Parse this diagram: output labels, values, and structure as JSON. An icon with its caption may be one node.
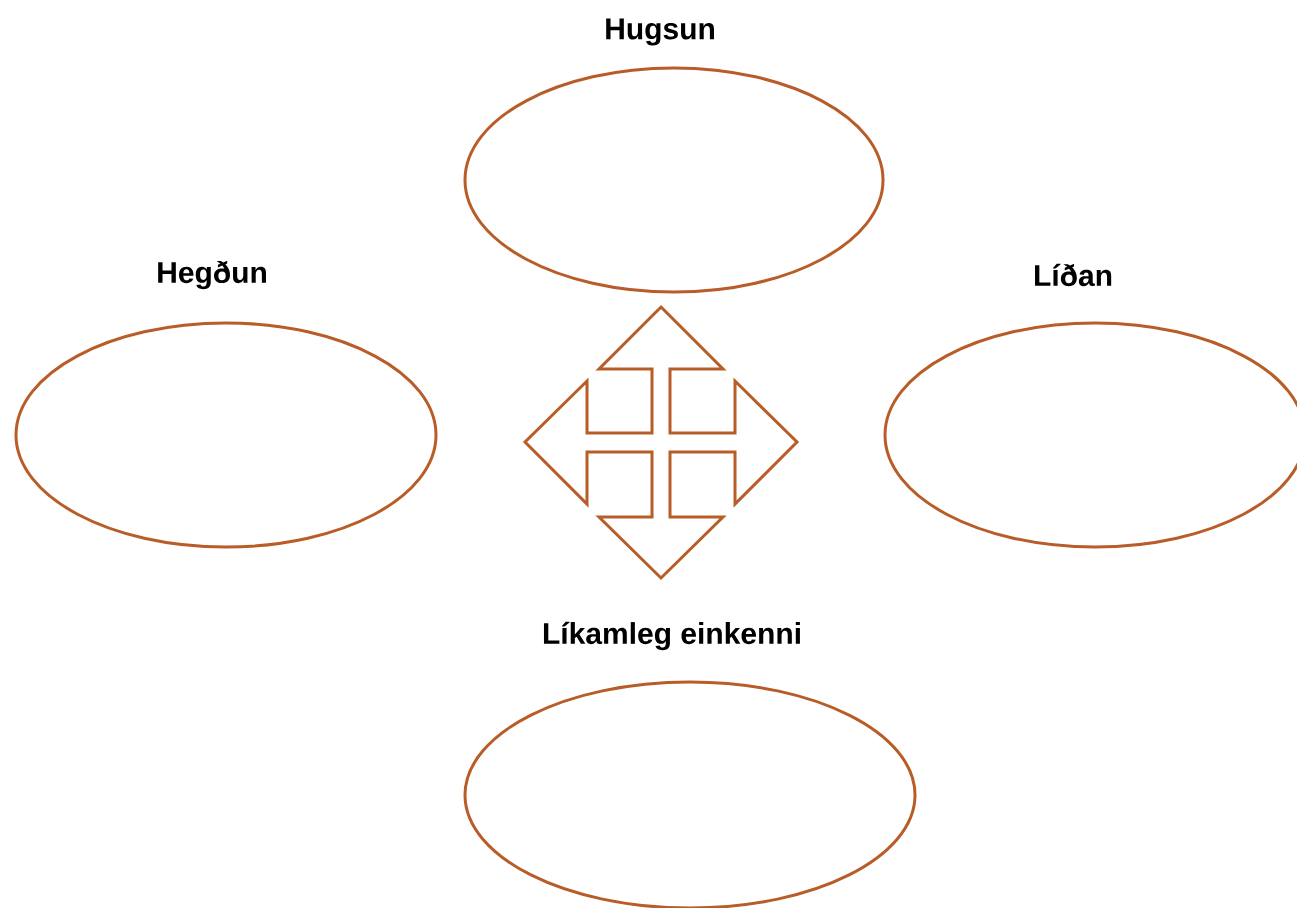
{
  "diagram": {
    "nodes": [
      {
        "text": [
          "Hugsun"
        ]
      },
      {
        "text": [
          "Hegðun"
        ]
      },
      {
        "text": [
          "Líðan"
        ]
      },
      {
        "text": [
          "Líkamleg einkenni"
        ]
      }
    ]
  }
}
